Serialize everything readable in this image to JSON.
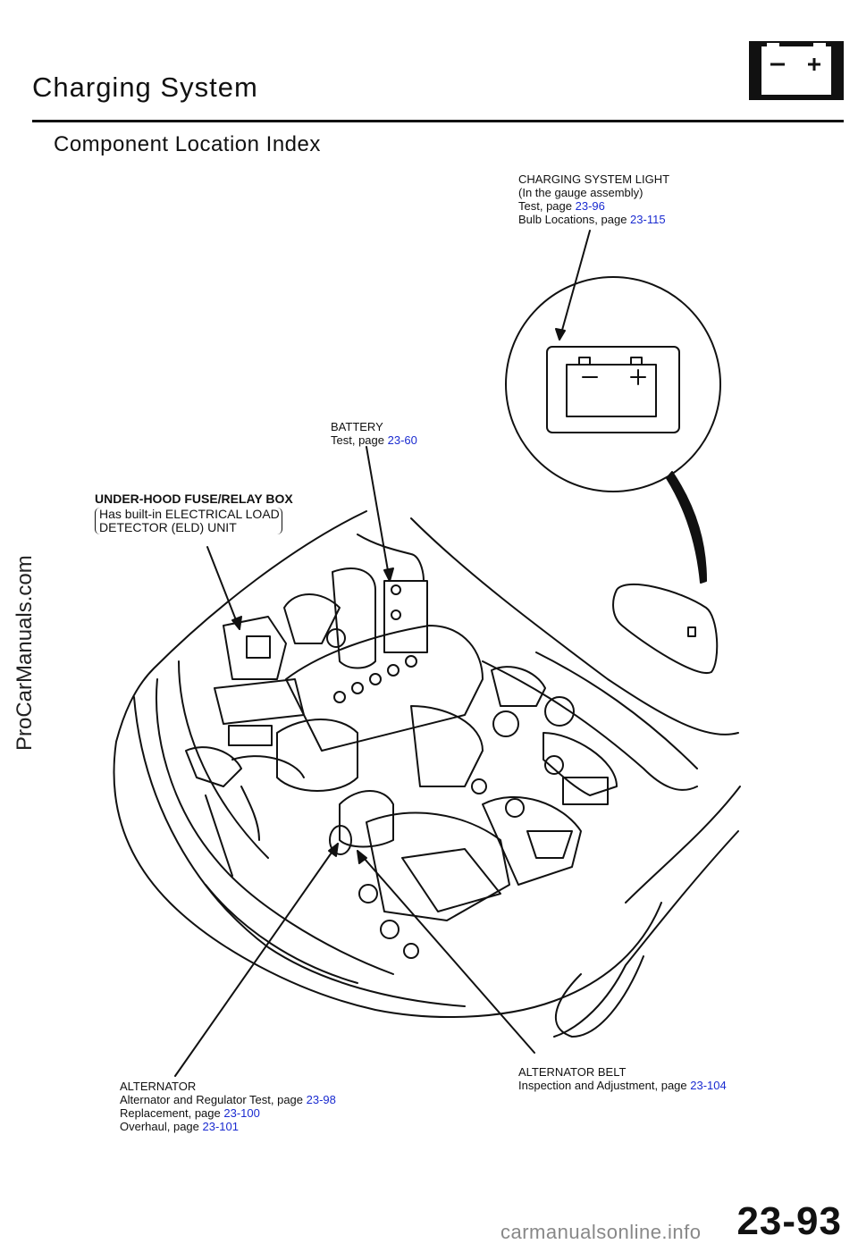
{
  "header": {
    "title": "Charging System",
    "subtitle": "Component Location Index"
  },
  "callouts": {
    "charging_light": {
      "line1": "CHARGING SYSTEM LIGHT",
      "line2": "(In the gauge assembly)",
      "test_text": "Test, page ",
      "test_ref": "23-96",
      "bulb_text": "Bulb Locations, page ",
      "bulb_ref": "23-115"
    },
    "battery": {
      "name": "BATTERY",
      "test_text": "Test, page ",
      "test_ref": "23-60"
    },
    "fuse_box": {
      "line1": "UNDER-HOOD FUSE/RELAY BOX",
      "line2": "Has built-in ELECTRICAL LOAD",
      "line3": "DETECTOR (ELD) UNIT"
    },
    "alternator": {
      "name": "ALTERNATOR",
      "test_text": "Alternator and Regulator Test, page ",
      "test_ref": "23-98",
      "repl_text": "Replacement, page ",
      "repl_ref": "23-100",
      "overhaul_text": "Overhaul, page ",
      "overhaul_ref": "23-101"
    },
    "belt": {
      "name": "ALTERNATOR BELT",
      "insp_text": "Inspection and Adjustment, page ",
      "insp_ref": "23-104"
    }
  },
  "watermark": "ProCarManuals.com",
  "page_number": "23-93",
  "footer_watermark": "carmanualsonline.info",
  "colors": {
    "reference_link": "#1a2bd0",
    "ink": "#111111"
  }
}
